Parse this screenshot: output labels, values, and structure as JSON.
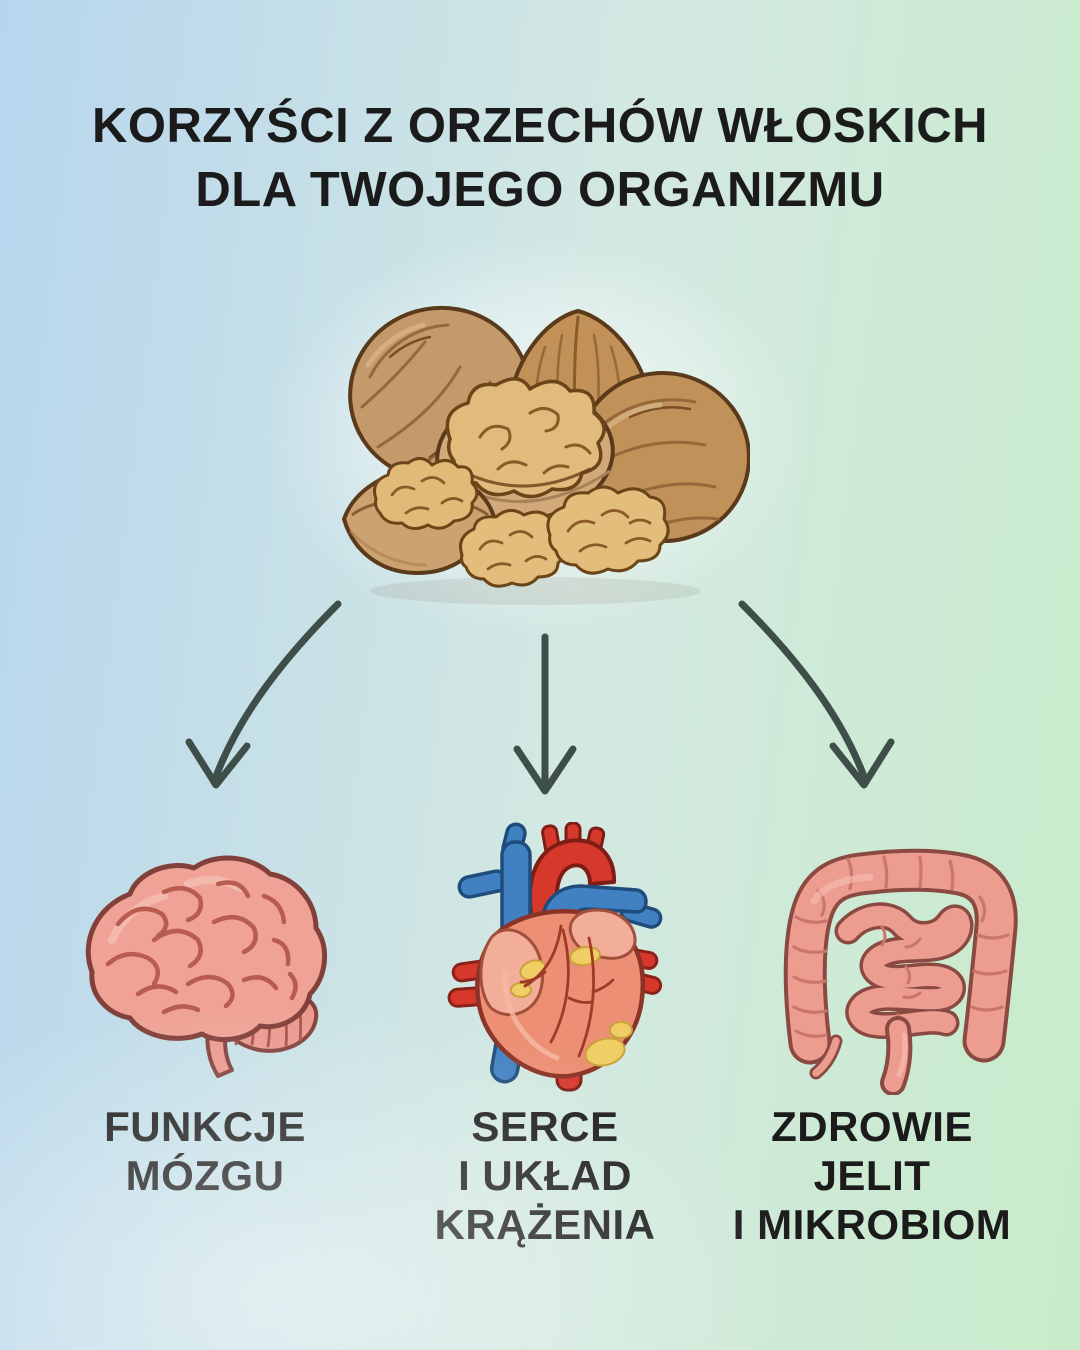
{
  "title": {
    "line1": "KORZYŚCI Z ORZECHÓW WŁOSKICH",
    "line2": "DLA TWOJEGO ORGANIZMU"
  },
  "center": {
    "illustration": "walnuts-pile"
  },
  "benefits": [
    {
      "id": "brain-functions",
      "illustration": "brain",
      "label_lines": [
        "FUNKCJE",
        "MÓZGU"
      ]
    },
    {
      "id": "heart-circulation",
      "illustration": "anatomical-heart",
      "label_lines": [
        "SERCE",
        "I UKŁAD",
        "KRĄŻENIA"
      ]
    },
    {
      "id": "gut-microbiome",
      "illustration": "intestines",
      "label_lines": [
        "ZDROWIE",
        "JELIT",
        "I MIKROBIOM"
      ]
    }
  ],
  "colors": {
    "background_left": "#b7d6ee",
    "background_center": "#d3e8e2",
    "background_right": "#c8ecca",
    "text": "#1b1b1b",
    "arrow": "#3e4f4a",
    "walnut_shell": "#c59a6a",
    "walnut_kernel": "#e0bb7c",
    "brain_pink": "#efa295",
    "heart_body": "#ec8f74",
    "heart_red": "#d6392c",
    "vessel_blue": "#4181c2",
    "intestine_pink": "#ec9d90"
  }
}
